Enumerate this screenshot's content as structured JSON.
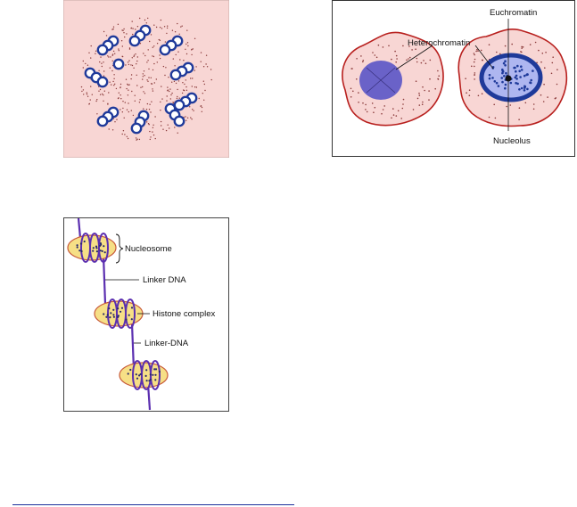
{
  "colors": {
    "cytoplasm": "#f8d6d4",
    "membrane": "#b8201e",
    "chromosome": "#1f3a9a",
    "heterochromatin": "#6a62c8",
    "nucleus_light": "#aeb6f0",
    "histone": "#f6df86",
    "histone_outline": "#c85a3a",
    "dna": "#5b2fb0"
  },
  "cells_figure": {
    "euchromatin": "Euchromatin",
    "heterochromatin": "Heterochromatin",
    "nucleolus": "Nucleolus"
  },
  "nucleosome_figure": {
    "nucleosome": "Nucleosome",
    "linker_dna_1": "Linker DNA",
    "histone_complex": "Histone complex",
    "linker_dna_2": "Linker-DNA"
  }
}
